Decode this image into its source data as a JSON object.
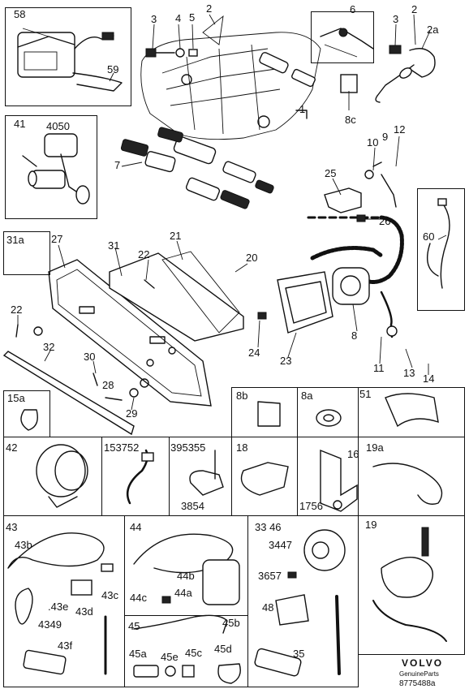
{
  "diagram": {
    "labels": {
      "l58": "58",
      "l59": "59",
      "l3a": "3",
      "l4": "4",
      "l5": "5",
      "l2a": "2",
      "l6": "6",
      "l3b": "3",
      "l2b": "2",
      "l2c": "2a",
      "l1": "1",
      "l8c": "8c",
      "l41": "41",
      "l4050": "4050",
      "l7": "7",
      "l10": "10",
      "l9": "9",
      "l12": "12",
      "l25": "25",
      "l26": "26",
      "l60": "60",
      "l31a": "31a",
      "l27": "27",
      "l31": "31",
      "l22a": "22",
      "l21": "21",
      "l20": "20",
      "l22b": "22",
      "l8": "8",
      "l24": "24",
      "l23": "23",
      "l11": "11",
      "l13": "13",
      "l14": "14",
      "l32": "32",
      "l30": "30",
      "l28": "28",
      "l29": "29",
      "l15a": "15a",
      "l8b": "8b",
      "l8a": "8a",
      "l51": "51",
      "l42": "42",
      "l153752": "153752",
      "l395355": "395355",
      "l18": "18",
      "l16": "16",
      "l19a": "19a",
      "l3854": "3854",
      "l1756": "1756",
      "l43": "43",
      "l44": "44",
      "l3346": "33  46",
      "l19": "19",
      "l43b": "43b",
      "l44b": "44b",
      "l3447": "3447",
      "l43c": "43c",
      "l43e": ".43e",
      "l43d": "43d",
      "l44c": "44c",
      "l44a": "44a",
      "l3657": "3657",
      "l4349": "4349",
      "l48": "48",
      "l43f": "43f",
      "l45": "45",
      "l45b": "45b",
      "l45a": "45a",
      "l45e": "45e",
      "l45c": "45c",
      "l45d": "45d",
      "l35": "35"
    },
    "brand": {
      "name": "VOLVO",
      "sub": "GenuineParts",
      "code": "8775488a"
    }
  }
}
